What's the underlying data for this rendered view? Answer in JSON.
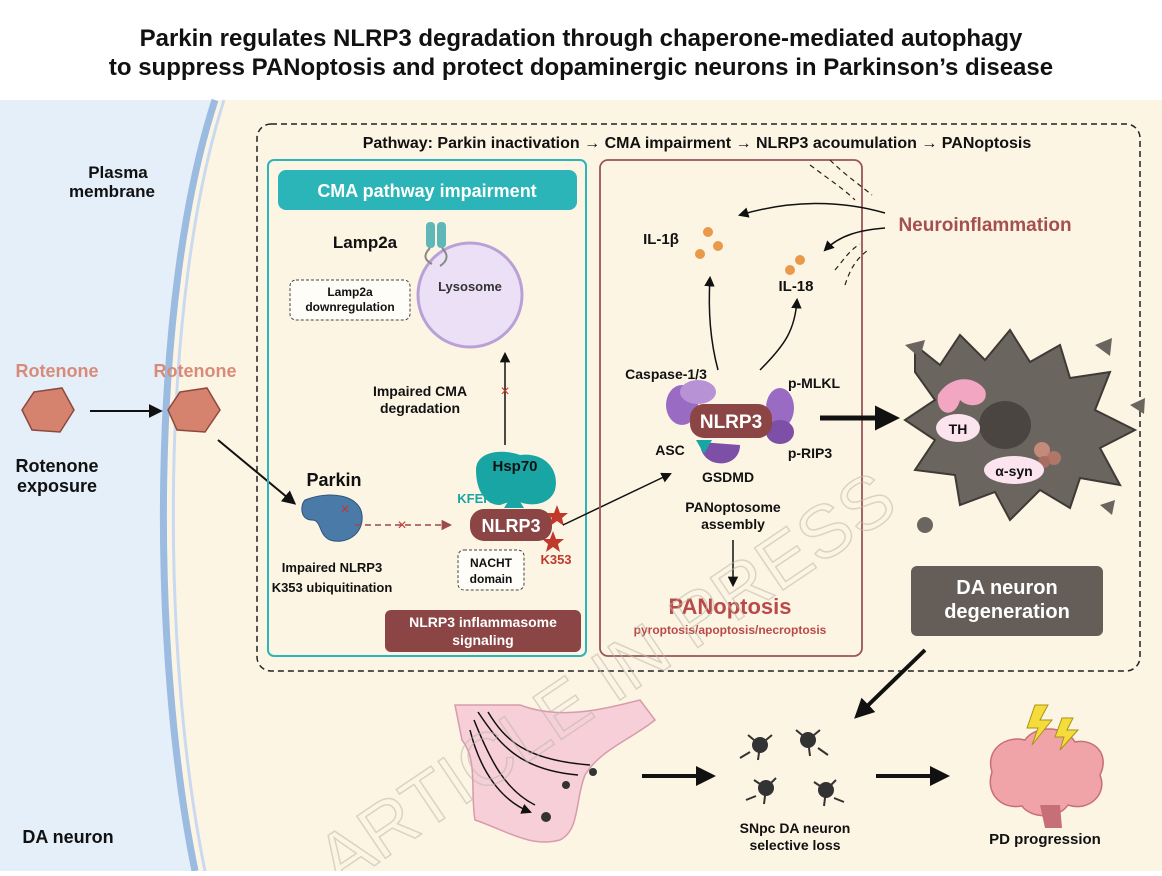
{
  "title": {
    "line1": "Parkin regulates NLRP3 degradation through chaperone-mediated autophagy",
    "line2": "to suppress PANoptosis and protect dopaminergic neurons in Parkinson’s disease"
  },
  "pathway_text": "Pathway: Parkin inactivation → CMA impairment → NLRP3 acoumulation → PANoptosis",
  "plasma_membrane": {
    "line1": "Plasma",
    "line2": "membrane"
  },
  "da_neuron_label": "DA neuron",
  "rotenone": {
    "outer_label": "Rotenone",
    "inner_label": "Rotenone",
    "exposure_line1": "Rotenone",
    "exposure_line2": "exposure"
  },
  "cma_panel": {
    "header": "CMA pathway impairment",
    "lamp2a": "Lamp2a",
    "lysosome": "Lysosome",
    "lamp2a_box_line1": "Lamp2a",
    "lamp2a_box_line2": "downregulation",
    "impaired_line1": "Impaired CMA",
    "impaired_line2": "degradation",
    "parkin": "Parkin",
    "ubiq_line1": "Impaired NLRP3",
    "ubiq_line2": "K353 ubiquitination",
    "hsp70": "Hsp70",
    "kfero": "KFERO",
    "nlrp3": "NLRP3",
    "k353": "K353",
    "nacht_line1": "NACHT",
    "nacht_line2": "domain",
    "signaling_line1": "NLRP3 inflammasome",
    "signaling_line2": "signaling"
  },
  "pan_panel": {
    "il1b": "IL-1β",
    "il18": "IL-18",
    "caspase": "Caspase-1/3",
    "pmlkl": "p-MLKL",
    "asc": "ASC",
    "nlrp3": "NLRP3",
    "prip3": "p-RIP3",
    "gsdmd": "GSDMD",
    "assembly_line1": "PANoptosome",
    "assembly_line2": "assembly",
    "panoptosis": "PANoptosis",
    "panoptosis_sub": "pyroptosis/apoptosis/necroptosis"
  },
  "neuroinflammation": "Neuroinflammation",
  "cell": {
    "th": "TH",
    "asyn": "α-syn"
  },
  "degeneration": {
    "line1": "DA neuron",
    "line2": "degeneration"
  },
  "bottom": {
    "snpc_line1": "SNpc DA neuron",
    "snpc_line2": "selective loss",
    "pd": "PD progression"
  },
  "watermark": "ARTICLE IN PRESS",
  "colors": {
    "teal": "#2bb5b8",
    "maroon": "#8b4545",
    "rotenone": "#d98b7a",
    "background": "#fdf5e4",
    "membrane": "#e3eef8"
  }
}
